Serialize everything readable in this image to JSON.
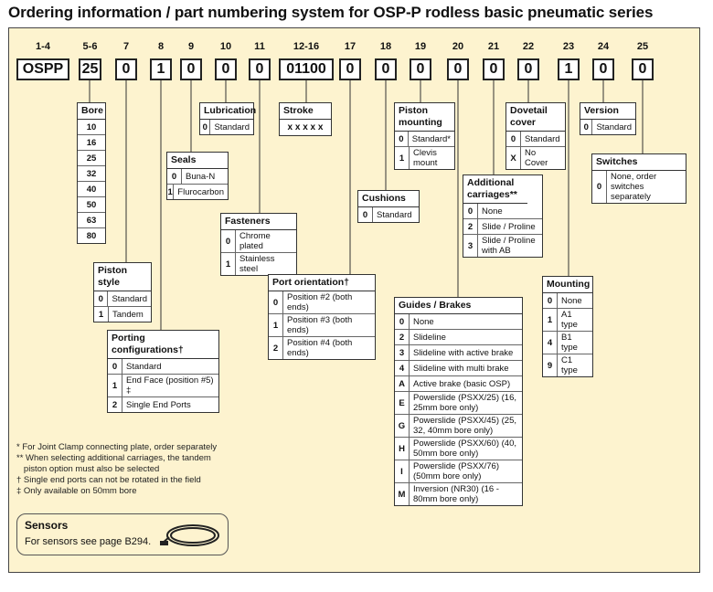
{
  "title": "Ordering information / part numbering system for OSP-P rodless basic pneumatic series",
  "positions": [
    {
      "label": "1-4",
      "code": "OSPP"
    },
    {
      "label": "5-6",
      "code": "25"
    },
    {
      "label": "7",
      "code": "0"
    },
    {
      "label": "8",
      "code": "1"
    },
    {
      "label": "9",
      "code": "0"
    },
    {
      "label": "10",
      "code": "0"
    },
    {
      "label": "11",
      "code": "0"
    },
    {
      "label": "12-16",
      "code": "01100"
    },
    {
      "label": "17",
      "code": "0"
    },
    {
      "label": "18",
      "code": "0"
    },
    {
      "label": "19",
      "code": "0"
    },
    {
      "label": "20",
      "code": "0"
    },
    {
      "label": "21",
      "code": "0"
    },
    {
      "label": "22",
      "code": "0"
    },
    {
      "label": "23",
      "code": "1"
    },
    {
      "label": "24",
      "code": "0"
    },
    {
      "label": "25",
      "code": "0"
    }
  ],
  "tables": {
    "bore": {
      "title": "Bore",
      "rows": [
        "10",
        "16",
        "25",
        "32",
        "40",
        "50",
        "63",
        "80"
      ]
    },
    "lubrication": {
      "title": "Lubrication",
      "rows": [
        {
          "k": "0",
          "v": "Standard"
        }
      ]
    },
    "stroke": {
      "title": "Stroke",
      "value": "x x x x x"
    },
    "piston_mounting": {
      "title": "Piston mounting",
      "rows": [
        {
          "k": "0",
          "v": "Standard*"
        },
        {
          "k": "1",
          "v": "Clevis mount"
        }
      ]
    },
    "dovetail": {
      "title": "Dovetail cover",
      "rows": [
        {
          "k": "0",
          "v": "Standard"
        },
        {
          "k": "X",
          "v": "No Cover"
        }
      ]
    },
    "version": {
      "title": "Version",
      "rows": [
        {
          "k": "0",
          "v": "Standard"
        }
      ]
    },
    "seals": {
      "title": "Seals",
      "rows": [
        {
          "k": "0",
          "v": "Buna-N"
        },
        {
          "k": "1",
          "v": "Flurocarbon"
        }
      ]
    },
    "switches": {
      "title": "Switches",
      "rows": [
        {
          "k": "0",
          "v": "None, order switches separately"
        }
      ]
    },
    "cushions": {
      "title": "Cushions",
      "rows": [
        {
          "k": "0",
          "v": "Standard"
        }
      ]
    },
    "carriages": {
      "title": "Additional carriages**",
      "rows": [
        {
          "k": "0",
          "v": "None"
        },
        {
          "k": "2",
          "v": "Slide / Proline"
        },
        {
          "k": "3",
          "v": "Slide / Proline with AB"
        }
      ]
    },
    "fasteners": {
      "title": "Fasteners",
      "rows": [
        {
          "k": "0",
          "v": "Chrome plated"
        },
        {
          "k": "1",
          "v": "Stainless steel"
        }
      ]
    },
    "piston_style": {
      "title": "Piston style",
      "rows": [
        {
          "k": "0",
          "v": "Standard"
        },
        {
          "k": "1",
          "v": "Tandem"
        }
      ]
    },
    "port_orientation": {
      "title": "Port orientation†",
      "rows": [
        {
          "k": "0",
          "v": "Position #2 (both ends)"
        },
        {
          "k": "1",
          "v": "Position #3 (both ends)"
        },
        {
          "k": "2",
          "v": "Position #4 (both ends)"
        }
      ]
    },
    "mounting": {
      "title": "Mounting",
      "rows": [
        {
          "k": "0",
          "v": "None"
        },
        {
          "k": "1",
          "v": "A1 type"
        },
        {
          "k": "4",
          "v": "B1 type"
        },
        {
          "k": "9",
          "v": "C1 type"
        }
      ]
    },
    "guides": {
      "title": "Guides / Brakes",
      "rows": [
        {
          "k": "0",
          "v": "None"
        },
        {
          "k": "2",
          "v": "Slideline"
        },
        {
          "k": "3",
          "v": "Slideline with active brake"
        },
        {
          "k": "4",
          "v": "Slideline with multi brake"
        },
        {
          "k": "A",
          "v": "Active brake (basic OSP)"
        },
        {
          "k": "E",
          "v": "Powerslide (PSXX/25) (16, 25mm bore only)"
        },
        {
          "k": "G",
          "v": "Powerslide (PSXX/45) (25, 32, 40mm bore only)"
        },
        {
          "k": "H",
          "v": "Powerslide (PSXX/60) (40, 50mm bore only)"
        },
        {
          "k": "I",
          "v": "Powerslide (PSXX/76) (50mm bore only)"
        },
        {
          "k": "M",
          "v": "Inversion (NR30) (16 - 80mm bore only)"
        }
      ]
    },
    "porting": {
      "title": "Porting configurations†",
      "rows": [
        {
          "k": "0",
          "v": "Standard"
        },
        {
          "k": "1",
          "v": "End Face (position #5) ‡"
        },
        {
          "k": "2",
          "v": "Single End Ports"
        }
      ]
    }
  },
  "notes": [
    "* For Joint Clamp connecting plate, order separately",
    "** When selecting additional carriages, the tandem",
    "   piston option must also be selected",
    "† Single end ports can not be rotated in the field",
    "‡ Only available on 50mm bore"
  ],
  "sensors": {
    "title": "Sensors",
    "desc": "For sensors see page B294."
  }
}
